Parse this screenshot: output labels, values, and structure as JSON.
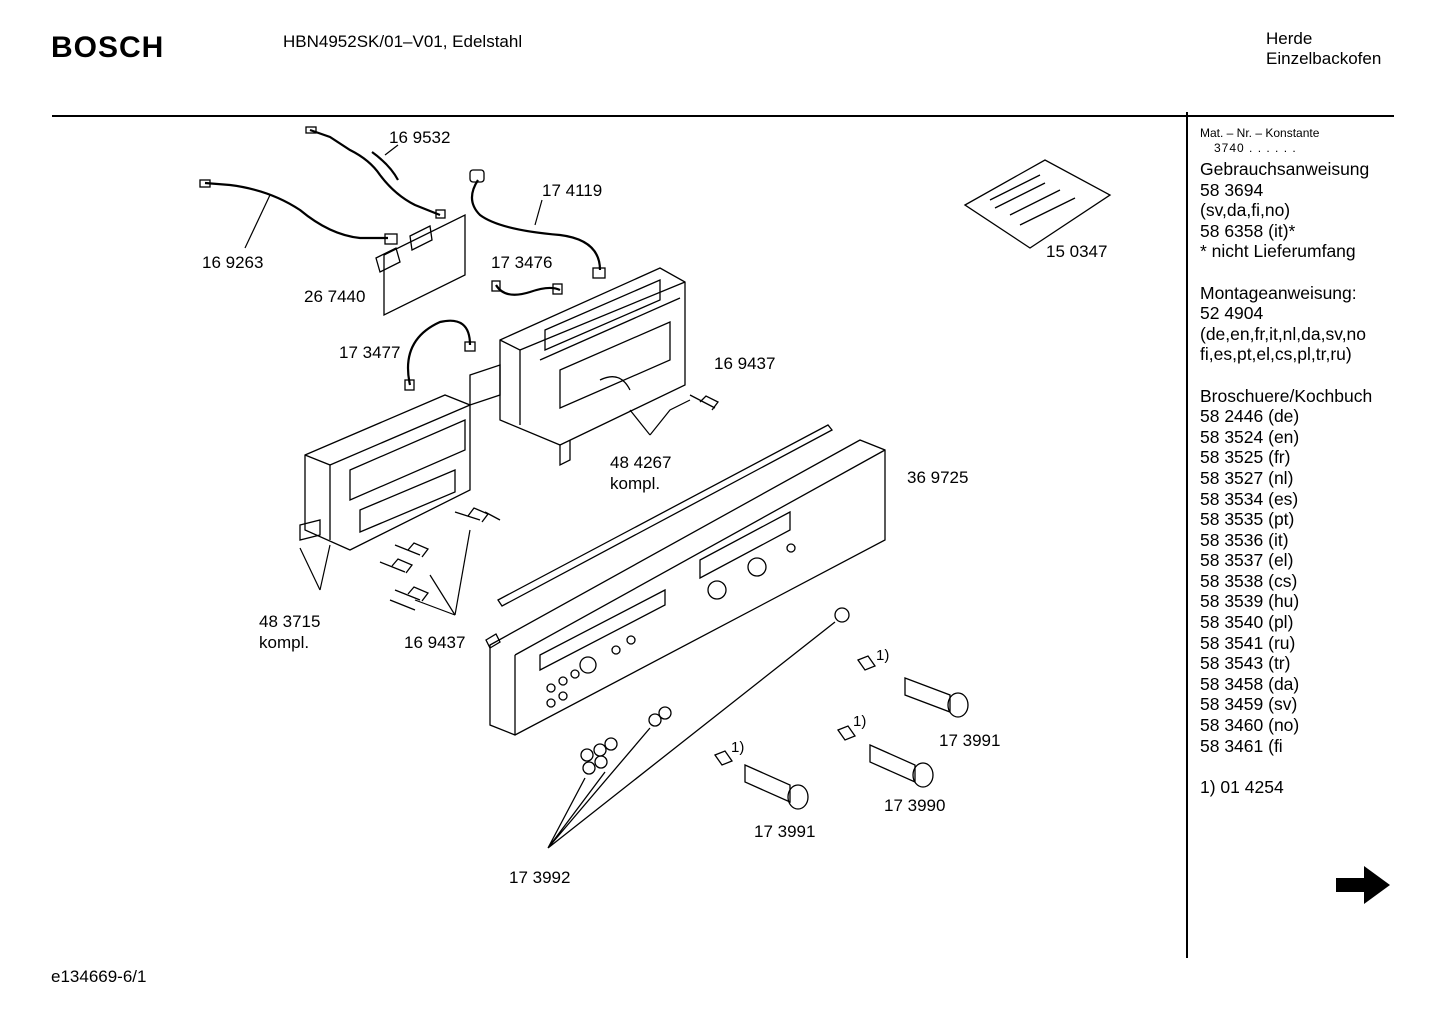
{
  "header": {
    "brand": "BOSCH",
    "model": "HBN4952SK/01–V01, Edelstahl",
    "category_line1": "Herde",
    "category_line2": "Einzelbackofen"
  },
  "footer": {
    "doc_id": "e134669-6/1"
  },
  "diagram": {
    "part_labels": [
      {
        "id": "p1",
        "text": "16 9532"
      },
      {
        "id": "p2",
        "text": "17 4119"
      },
      {
        "id": "p3",
        "text": "16 9263"
      },
      {
        "id": "p4",
        "text": "26 7440"
      },
      {
        "id": "p5",
        "text": "17 3476"
      },
      {
        "id": "p6",
        "text": "17 3477"
      },
      {
        "id": "p7",
        "text": "16 9437"
      },
      {
        "id": "p8",
        "text": "48 4267"
      },
      {
        "id": "p9",
        "text": "kompl."
      },
      {
        "id": "p10",
        "text": "36 9725"
      },
      {
        "id": "p11",
        "text": "48 3715"
      },
      {
        "id": "p12",
        "text": "kompl."
      },
      {
        "id": "p13",
        "text": "16 9437"
      },
      {
        "id": "p14",
        "text": "15 0347"
      },
      {
        "id": "p15",
        "text": "1)"
      },
      {
        "id": "p16",
        "text": "1)"
      },
      {
        "id": "p17",
        "text": "1)"
      },
      {
        "id": "p18",
        "text": "17 3991"
      },
      {
        "id": "p19",
        "text": "17 3990"
      },
      {
        "id": "p20",
        "text": "17 3991"
      },
      {
        "id": "p21",
        "text": "17 3992"
      }
    ]
  },
  "sidebar": {
    "const_label": "Mat. – Nr. – Konstante",
    "const_value": "3740  .  .  .  .  .  .",
    "lines": [
      "Gebrauchsanweisung",
      "58 3694",
      "(sv,da,fi,no)",
      "58 6358 (it)*",
      "* nicht Lieferumfang",
      "",
      "Montageanweisung:",
      "52 4904",
      "(de,en,fr,it,nl,da,sv,no",
      "fi,es,pt,el,cs,pl,tr,ru)",
      "",
      "Broschuere/Kochbuch",
      "58 2446 (de)",
      "58 3524 (en)",
      "58 3525 (fr)",
      "58 3527 (nl)",
      "58 3534 (es)",
      "58 3535 (pt)",
      "58 3536 (it)",
      "58 3537 (el)",
      "58 3538 (cs)",
      "58 3539 (hu)",
      "58 3540 (pl)",
      "58 3541 (ru)",
      "58 3543 (tr)",
      "58 3458 (da)",
      "58 3459 (sv)",
      "58 3460 (no)",
      "58 3461 (fi",
      "",
      "1) 01 4254"
    ]
  },
  "next_arrow": "arrow-right-icon"
}
